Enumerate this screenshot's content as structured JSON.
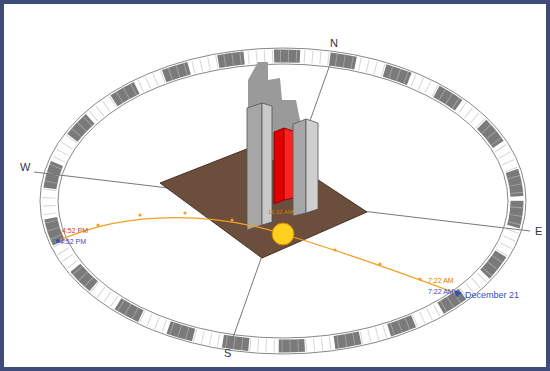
{
  "diagram": {
    "labels": [
      "N",
      "W",
      "E",
      "S",
      "11:32 AM",
      "4:52 PM",
      "4:52 PM",
      "7:22 AM",
      "7:22 AM",
      "December 21"
    ]
  }
}
